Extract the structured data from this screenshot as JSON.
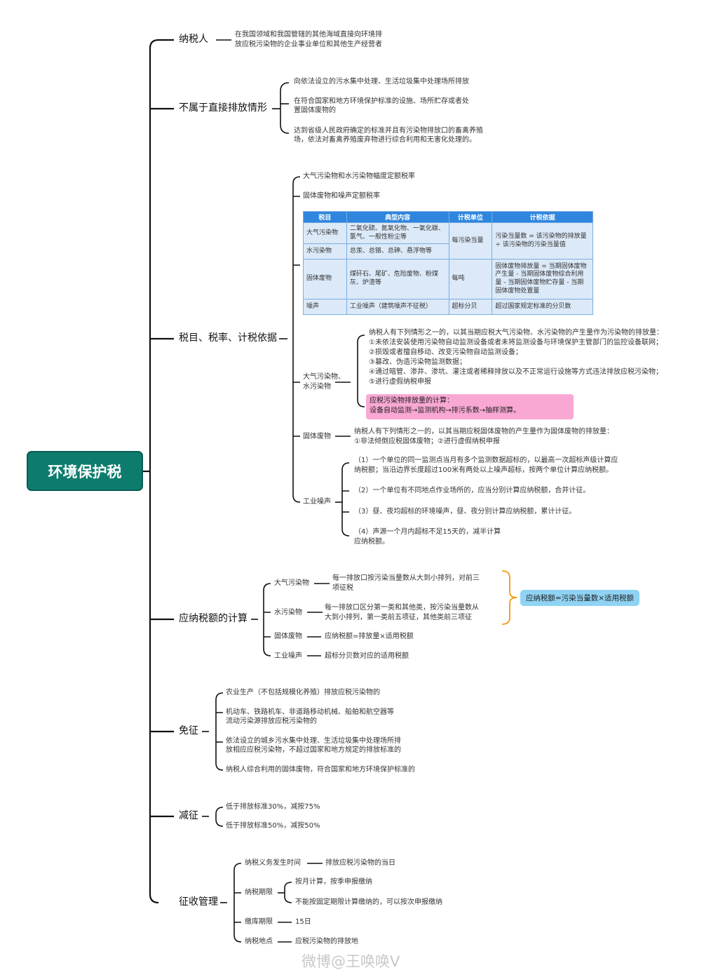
{
  "root": "环境保护税",
  "taxpayer": {
    "label": "纳税人",
    "desc1": "在我国领域和我国管辖的其他海域直接向环境排",
    "desc2": "放应税污染物的企业事业单位和其他生产经营者"
  },
  "not_direct": {
    "label": "不属于直接排放情形",
    "items": [
      [
        "向依法设立的污水集中处理、生活垃圾集中处理场所排放"
      ],
      [
        "在符合国家和地方环境保护标准的设施、场所贮存或者处",
        "置固体废物的"
      ],
      [
        "达到省级人民政府确定的标准并且有污染物排放口的畜禽养殖",
        "场，依法对畜禽养殖废弃物进行综合利用和无害化处理的。"
      ]
    ]
  },
  "items": {
    "label": "税目、税率、计税依据",
    "rate1": "大气污染物和水污染物幅度定额税率",
    "rate2": "固体废物和噪声定额税率",
    "table": {
      "headers": [
        "税目",
        "典型内容",
        "计税单位",
        "计税依据"
      ],
      "r1": [
        "大气污染物",
        "二氧化硫、氮氧化物、一氧化碳、氯气、一般性粉尘等",
        "每污染当量",
        "污染当量数 = 该污染物的排放量 ÷ 该污染物的污染当量值"
      ],
      "r2": [
        "水污染物",
        "总汞、总铬、总砷、悬浮物等"
      ],
      "r3": [
        "固体废物",
        "煤矸石、尾矿、危险废物、粉煤灰、炉渣等",
        "每吨",
        "固体废物排放量 = 当期固体废物产生量 - 当期固体废物综合利用量 - 当期固体废物贮存量 - 当期固体废物处置量"
      ],
      "r4": [
        "噪声",
        "工业噪声（建筑噪声不征税）",
        "超标分贝",
        "超过国家规定标准的分贝数"
      ]
    },
    "air_water": {
      "label1": "大气污染物、",
      "label2": "水污染物",
      "intro": "纳税人有下列情形之一的，以其当期应税大气污染物、水污染物的产生量作为污染物的排放量：",
      "cases": [
        "①未依法安装使用污染物自动监测设备或者未将监测设备与环境保护主管部门的监控设备联网；",
        "②损毁或者擅自移动、改变污染物自动监测设备；",
        "③篡改、伪造污染物监测数据；",
        "④通过暗管、渗井、渗坑、灌注或者稀释排放以及不正常运行设施等方式违法排放应税污染物；",
        "⑤进行虚假纳税申报"
      ],
      "calc1": "应税污染物排放量的计算：",
      "calc2": "设备自动监测→监测机构→排污系数→抽样测算。"
    },
    "solid": {
      "label": "固体废物",
      "line1": "纳税人有下列情形之一的，以其当期应税固体废物的产生量作为固体废物的排放量：",
      "line2": "①非法倾倒应税固体废物；②进行虚假纳税申报"
    },
    "noise": {
      "label": "工业噪声",
      "items": [
        [
          "（1）一个单位的同一监测点当月有多个监测数据超标的，以最高一次超标声级计算应",
          "纳税额；当沿边界长度超过100米有两处以上噪声超标，按两个单位计算应纳税额。"
        ],
        [
          "（2）一个单位有不同地点作业场所的，应当分别计算应纳税额，合并计征。"
        ],
        [
          "（3）昼、夜均超标的环境噪声，昼、夜分别计算应纳税额，累计计征。"
        ],
        [
          "（4）声源一个月内超标不足15天的，减半计算",
          "应纳税额。"
        ]
      ]
    }
  },
  "calc": {
    "label": "应纳税额的计算",
    "air": {
      "label": "大气污染物",
      "d1": "每一排放口按污染当量数从大到小排列，对前三",
      "d2": "项征税"
    },
    "water": {
      "label": "水污染物",
      "d1": "每一排放口区分第一类和其他类，按污染当量数从",
      "d2": "大到小排列，第一类前五项征，其他类前三项征"
    },
    "formula": "应纳税额=污染当量数×适用税额",
    "solid": {
      "label": "固体废物",
      "d": "应纳税额=排放量×适用税额"
    },
    "noise": {
      "label": "工业噪声",
      "d": "超标分贝数对应的适用税额"
    }
  },
  "exempt": {
    "label": "免征",
    "items": [
      [
        "农业生产（不包括规模化养殖）排放应税污染物的"
      ],
      [
        "机动车、铁路机车、非道路移动机械、船舶和航空器等",
        "流动污染源排放应税污染物的"
      ],
      [
        "依法设立的城乡污水集中处理、生活垃圾集中处理场所排",
        "放相应应税污染物，不超过国家和地方规定的排放标准的"
      ],
      [
        "纳税人综合利用的固体废物，符合国家和地方环境保护标准的"
      ]
    ]
  },
  "reduce": {
    "label": "减征",
    "items": [
      "低于排放标准30%，减按75%",
      "低于排放标准50%，减按50%"
    ]
  },
  "admin": {
    "label": "征收管理",
    "time": {
      "label": "纳税义务发生时间",
      "v": "排放应税污染物的当日"
    },
    "period": {
      "label": "纳税期限",
      "v1": "按月计算，按季申报缴纳",
      "v2": "不能按固定期限计算缴纳的，可以按次申报缴纳"
    },
    "deadline": {
      "label": "缴库期限",
      "v": "15日"
    },
    "place": {
      "label": "纳税地点",
      "v": "应税污染物的排放地"
    }
  },
  "watermark": "微博@王唤唤V"
}
